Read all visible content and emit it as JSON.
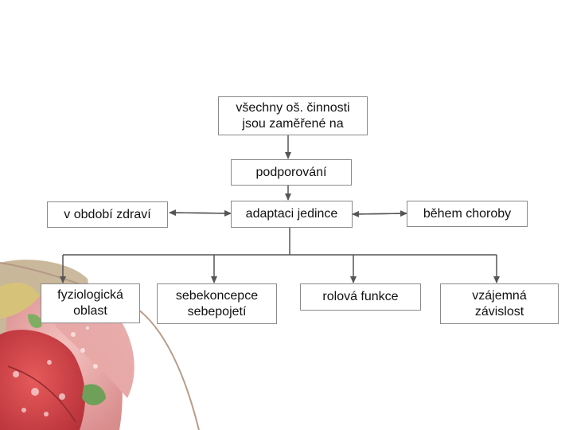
{
  "diagram": {
    "nodes": {
      "root": "všechny oš. činnosti\njsou zaměřené na",
      "support": "podporování",
      "adaptation": "adaptaci jedince",
      "health": "v období zdraví",
      "illness": "během choroby",
      "physiological": "fyziologická\noblast",
      "selfconcept": "sebekoncepce\nsebepojetí",
      "role": "rolová funkce",
      "interdependence": "vzájemná\nzávislost"
    },
    "colors": {
      "line": "#555555",
      "border": "#8a8a8a"
    },
    "decoration": "autumn-leaves-photo"
  }
}
